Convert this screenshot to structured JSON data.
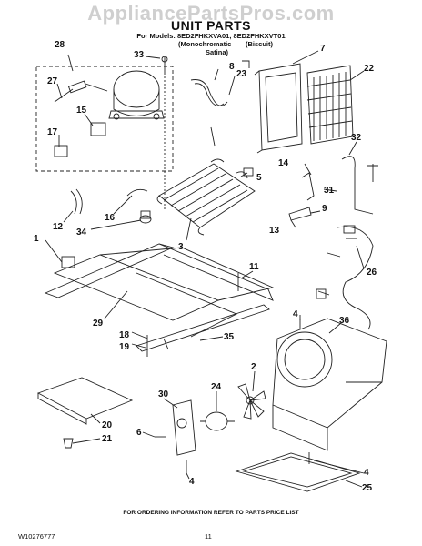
{
  "watermark": "AppliancePartsPros.com",
  "title": "UNIT PARTS",
  "models_line": "For Models: 8ED2FHKXVA01, 8ED2FHKXVT01",
  "sub_left": "(Monochromatic",
  "sub_left2": "Satina)",
  "sub_right": "(Biscuit)",
  "footer": "FOR ORDERING INFORMATION REFER TO PARTS PRICE LIST",
  "part_number": "W10276777",
  "page_number": "11",
  "callouts": {
    "c1": "1",
    "c2": "2",
    "c3": "3",
    "c4a": "4",
    "c4b": "4",
    "c4c": "4",
    "c5": "5",
    "c6": "6",
    "c7": "7",
    "c8": "8",
    "c9": "9",
    "c11": "11",
    "c12": "12",
    "c13": "13",
    "c14": "14",
    "c15": "15",
    "c16": "16",
    "c17": "17",
    "c18": "18",
    "c19": "19",
    "c20": "20",
    "c21": "21",
    "c22": "22",
    "c23": "23",
    "c24": "24",
    "c25": "25",
    "c26": "26",
    "c27": "27",
    "c28": "28",
    "c29": "29",
    "c30": "30",
    "c31": "31",
    "c32": "32",
    "c33": "33",
    "c34": "34",
    "c35": "35",
    "c36": "36"
  }
}
